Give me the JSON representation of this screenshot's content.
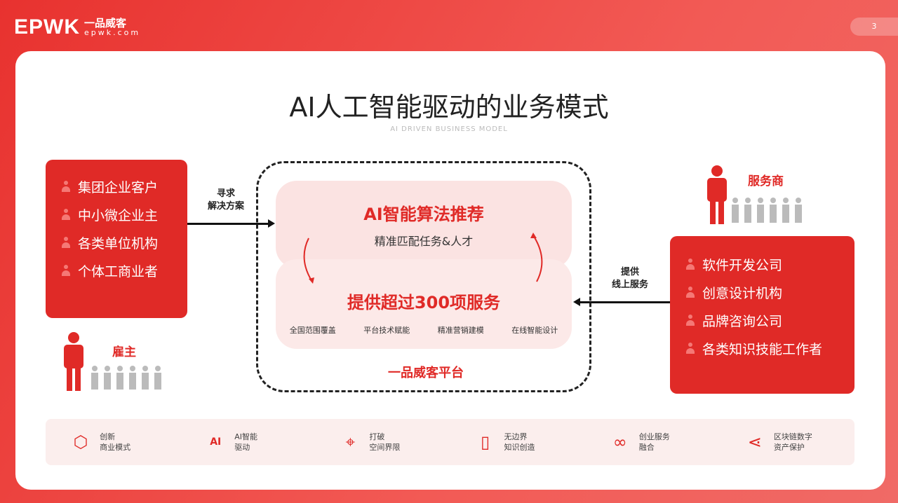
{
  "header": {
    "logo_mark": "EPWK",
    "logo_cn": "一品威客",
    "logo_url": "epwk.com",
    "page_number": "3"
  },
  "title": "AI人工智能驱动的业务模式",
  "subtitle": "AI DRIVEN BUSINESS MODEL",
  "clients": {
    "items": [
      "集团企业客户",
      "中小微企业主",
      "各类单位机构",
      "个体工商业者"
    ],
    "role": "雇主",
    "arrow_label": [
      "寻求",
      "解决方案"
    ]
  },
  "providers": {
    "items": [
      "软件开发公司",
      "创意设计机构",
      "品牌咨询公司",
      "各类知识技能工作者"
    ],
    "role": "服务商",
    "arrow_label": [
      "提供",
      "线上服务"
    ]
  },
  "platform": {
    "algo_title": "AI智能算法推荐",
    "algo_sub": "精准匹配任务&人才",
    "service_title": "提供超过300项服务",
    "services": [
      "全国范围覆盖",
      "平台技术赋能",
      "精准营销建模",
      "在线智能设计"
    ],
    "name": "一品威客平台"
  },
  "features": [
    {
      "icon": "hexagon-icon",
      "line1": "创新",
      "line2": "商业模式"
    },
    {
      "icon": "ai-head-icon",
      "line1": "AI智能",
      "line2": "驱动"
    },
    {
      "icon": "target-icon",
      "line1": "打破",
      "line2": "空间界限"
    },
    {
      "icon": "book-icon",
      "line1": "无边界",
      "line2": "知识创造"
    },
    {
      "icon": "link-icon",
      "line1": "创业服务",
      "line2": "融合"
    },
    {
      "icon": "share-icon",
      "line1": "区块链数字",
      "line2": "资产保护"
    }
  ],
  "colors": {
    "brand": "#e02a27",
    "pink": "#fbe3e2"
  }
}
